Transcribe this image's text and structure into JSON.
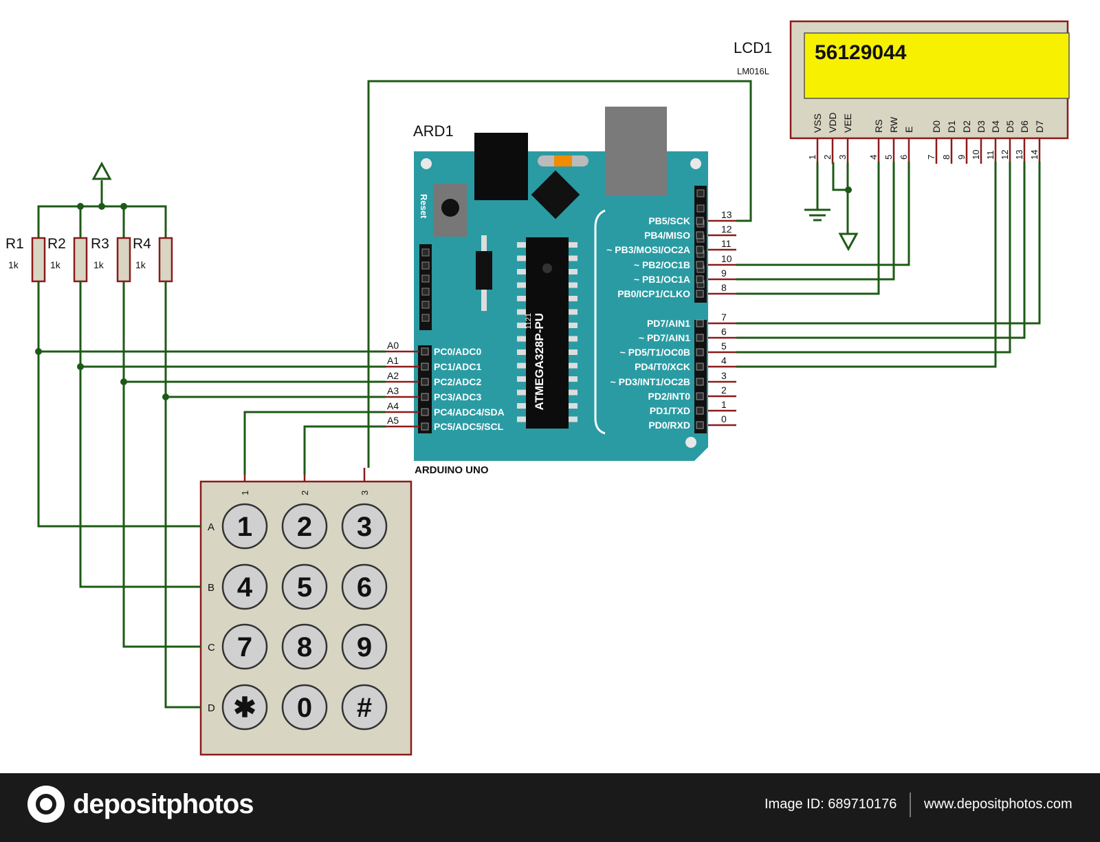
{
  "lcd": {
    "ref": "LCD1",
    "model": "LM016L",
    "display_text": "56129044",
    "pins": [
      {
        "name": "VSS",
        "num": "1"
      },
      {
        "name": "VDD",
        "num": "2"
      },
      {
        "name": "VEE",
        "num": "3"
      },
      {
        "name": "RS",
        "num": "4"
      },
      {
        "name": "RW",
        "num": "5"
      },
      {
        "name": "E",
        "num": "6"
      },
      {
        "name": "D0",
        "num": "7"
      },
      {
        "name": "D1",
        "num": "8"
      },
      {
        "name": "D2",
        "num": "9"
      },
      {
        "name": "D3",
        "num": "10"
      },
      {
        "name": "D4",
        "num": "11"
      },
      {
        "name": "D5",
        "num": "12"
      },
      {
        "name": "D6",
        "num": "13"
      },
      {
        "name": "D7",
        "num": "14"
      }
    ]
  },
  "arduino": {
    "ref": "ARD1",
    "name": "ARDUINO UNO",
    "reset_label": "Reset",
    "chip_label": "ATMEGA328P-PU",
    "chip_code": "1121",
    "digital_pins": [
      {
        "label": "PB5/SCK",
        "num": "13"
      },
      {
        "label": "PB4/MISO",
        "num": "12"
      },
      {
        "label": "~ PB3/MOSI/OC2A",
        "num": "11"
      },
      {
        "label": "~ PB2/OC1B",
        "num": "10"
      },
      {
        "label": "~ PB1/OC1A",
        "num": "9"
      },
      {
        "label": "PB0/ICP1/CLKO",
        "num": "8"
      },
      {
        "label": "PD7/AIN1",
        "num": "7"
      },
      {
        "label": "~ PD7/AIN1",
        "num": "6"
      },
      {
        "label": "~ PD5/T1/OC0B",
        "num": "5"
      },
      {
        "label": "PD4/T0/XCK",
        "num": "4"
      },
      {
        "label": "~ PD3/INT1/OC2B",
        "num": "3"
      },
      {
        "label": "PD2/INT0",
        "num": "2"
      },
      {
        "label": "PD1/TXD",
        "num": "1"
      },
      {
        "label": "PD0/RXD",
        "num": "0"
      }
    ],
    "analog_pins": [
      {
        "label": "PC0/ADC0",
        "num": "A0"
      },
      {
        "label": "PC1/ADC1",
        "num": "A1"
      },
      {
        "label": "PC2/ADC2",
        "num": "A2"
      },
      {
        "label": "PC3/ADC3",
        "num": "A3"
      },
      {
        "label": "PC4/ADC4/SDA",
        "num": "A4"
      },
      {
        "label": "PC5/ADC5/SCL",
        "num": "A5"
      }
    ]
  },
  "resistors": [
    {
      "ref": "R1",
      "value": "1k"
    },
    {
      "ref": "R2",
      "value": "1k"
    },
    {
      "ref": "R3",
      "value": "1k"
    },
    {
      "ref": "R4",
      "value": "1k"
    }
  ],
  "keypad": {
    "col_labels": [
      "1",
      "2",
      "3"
    ],
    "row_labels": [
      "A",
      "B",
      "C",
      "D"
    ],
    "keys": [
      "1",
      "2",
      "3",
      "4",
      "5",
      "6",
      "7",
      "8",
      "9",
      "✱",
      "0",
      "#"
    ]
  },
  "footer": {
    "logo_text": "depositphotos",
    "image_id": "Image ID: 689710176",
    "site": "www.depositphotos.com"
  },
  "colors": {
    "wire": "#1d5a16",
    "pin": "#8b1a1a",
    "board": "#2a9ba3",
    "lcd_screen": "#f7f000",
    "component_body": "#d8d5c2"
  }
}
